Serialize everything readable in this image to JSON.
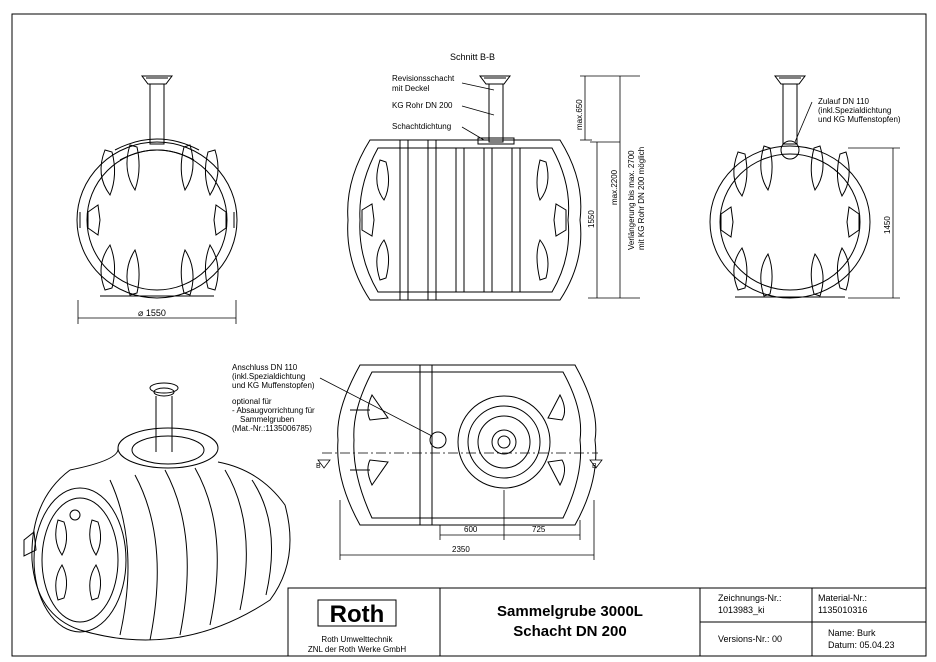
{
  "section": {
    "title": "Schnitt B-B",
    "label_revisionsschacht_1": "Revisionsschacht",
    "label_revisionsschacht_2": "mit Deckel",
    "label_kg_rohr": "KG Rohr DN 200",
    "label_schachtdichtung": "Schachtdichtung"
  },
  "dims": {
    "max650": "max.650",
    "max2200": "max.2200",
    "d1550_v": "1550",
    "ext_1": "Verlängerung bis max. 2700",
    "ext_2": "mit KG Rohr DN 200 möglich",
    "dia1550": "⌀ 1550",
    "d1450": "1450",
    "d600": "600",
    "d725": "725",
    "d2350": "2350"
  },
  "side_right": {
    "zulauf_1": "Zulauf DN 110",
    "zulauf_2": "(inkl.Spezialdichtung",
    "zulauf_3": "und KG Muffenstopfen)"
  },
  "top_view": {
    "anschluss_1": "Anschluss DN 110",
    "anschluss_2": "(inkl.Spezialdichtung",
    "anschluss_3": "und KG Muffenstopfen)",
    "optional_1": "optional für",
    "optional_2": "- Absaugvorrichtung für",
    "optional_3": "Sammelgruben",
    "optional_4": "(Mat.-Nr.:1135006785)",
    "section_marker": "B"
  },
  "title_block": {
    "logo": "Roth",
    "company_1": "Roth Umwelttechnik",
    "company_2": "ZNL der Roth Werke GmbH",
    "title_1": "Sammelgrube 3000L",
    "title_2": "Schacht DN 200",
    "drawing_no_label": "Zeichnungs-Nr.:",
    "drawing_no": "1013983_ki",
    "version": "Versions-Nr.: 00",
    "material_label": "Material-Nr.:",
    "material_no": "1135010316",
    "name": "Name: Burk",
    "date": "Datum: 05.04.23"
  }
}
